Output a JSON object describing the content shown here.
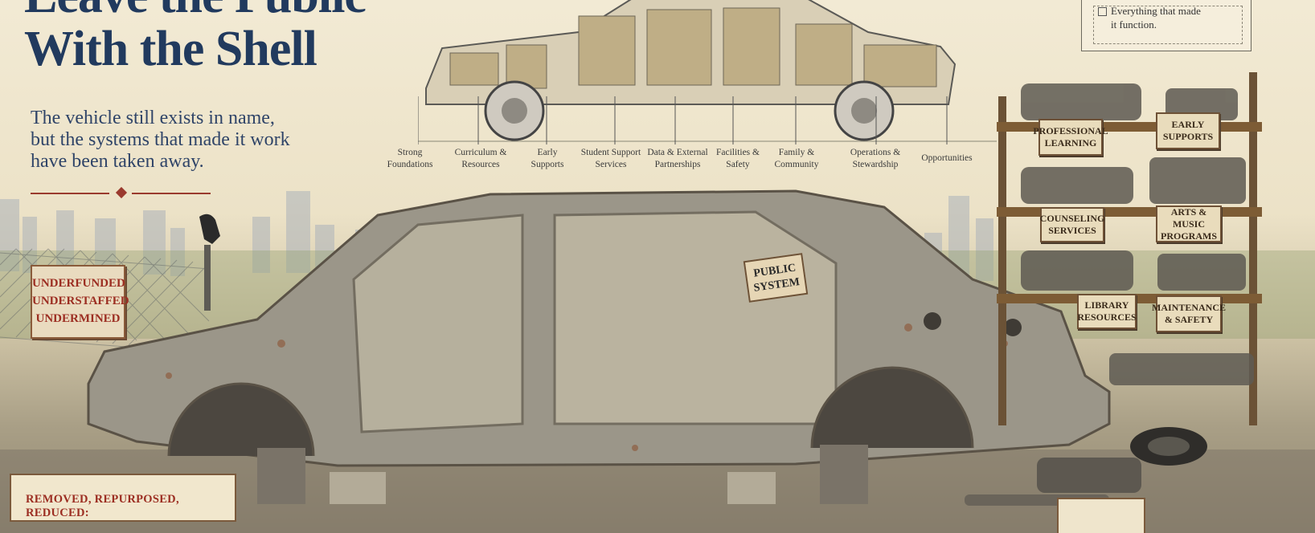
{
  "title": {
    "line1": "Leave the Public",
    "line2": "With the Shell"
  },
  "subtitle": {
    "line1": "The vehicle still exists in name,",
    "line2": "but the systems that made it work",
    "line3": "have been taken away."
  },
  "top_diagram": {
    "labels": [
      [
        "Strong",
        "Foundations"
      ],
      [
        "Curriculum &",
        "Resources"
      ],
      [
        "Early",
        "Supports"
      ],
      [
        "Student Support",
        "Services"
      ],
      [
        "Data & External",
        "Partnerships"
      ],
      [
        "Facilities &",
        "Safety"
      ],
      [
        "Family &",
        "Community"
      ],
      [
        "Operations &",
        "Stewardship"
      ],
      [
        "Opportunities"
      ]
    ]
  },
  "legend": {
    "text_line1": "Everything that made",
    "text_line2": "it function."
  },
  "fence_sign": {
    "line1": "UNDERFUNDED",
    "line2": "UNDERSTAFFED",
    "line3": "UNDERMINED"
  },
  "car_tag": {
    "line1": "PUBLIC",
    "line2": "SYSTEM"
  },
  "shelf_labels": [
    [
      "PROFESSIONAL",
      "LEARNING"
    ],
    [
      "EARLY",
      "SUPPORTS"
    ],
    [
      "COUNSELING",
      "SERVICES"
    ],
    [
      "ARTS & MUSIC",
      "PROGRAMS"
    ],
    [
      "LIBRARY",
      "RESOURCES"
    ],
    [
      "MAINTENANCE",
      "& SAFETY"
    ]
  ],
  "removed_banner": {
    "text": "REMOVED, REPURPOSED, REDUCED:"
  },
  "colors": {
    "title_navy": "#213a5e",
    "warning_red": "#9c2e22",
    "rust": "#8a5b3a",
    "steel": "#8d8b84"
  }
}
